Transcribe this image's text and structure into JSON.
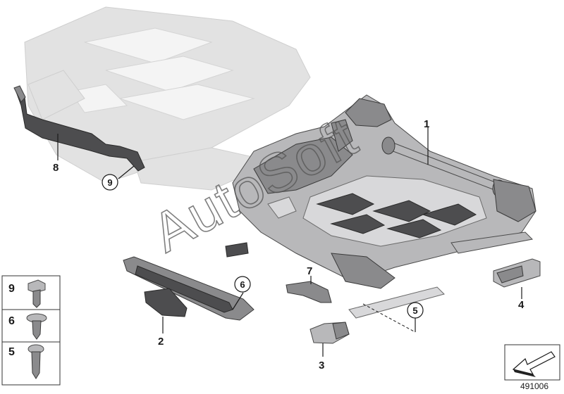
{
  "diagram": {
    "reference_code": "491006",
    "watermark": "AutoSoft",
    "callouts": {
      "c1": "1",
      "c2": "2",
      "c3": "3",
      "c4": "4",
      "c5": "5",
      "c6": "6",
      "c7": "7",
      "c8": "8",
      "c9": "9"
    },
    "legend": {
      "row_9": "9",
      "row_6": "6",
      "row_5": "5"
    }
  },
  "colors": {
    "part_dark": "#4d4d4f",
    "ghost": "#e2e2e2",
    "text": "#1a1a1a"
  }
}
